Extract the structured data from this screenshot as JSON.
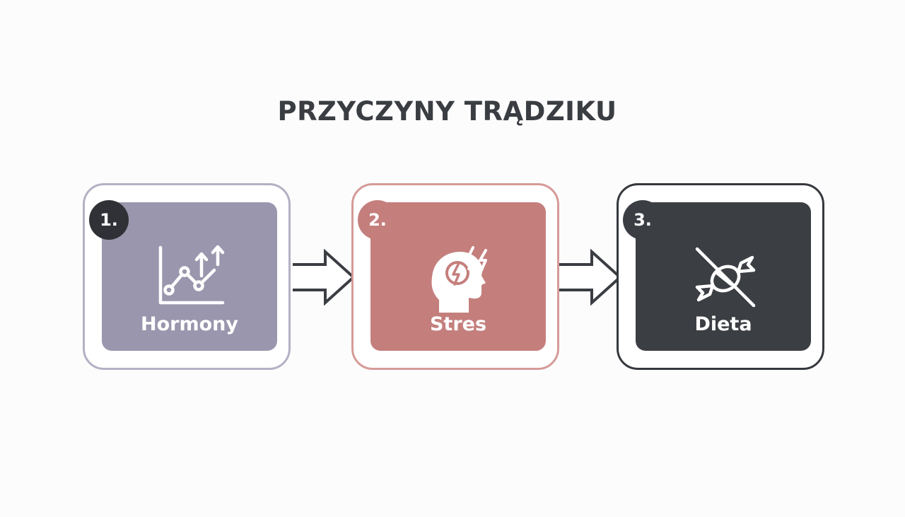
{
  "title": "PRZYCZYNY TRĄDZIKU",
  "colors": {
    "title": "#3a3d42",
    "background": "#fcfcfc",
    "arrow": "#3a3d42"
  },
  "steps": [
    {
      "number": "1.",
      "label": "Hormony",
      "icon": "hormone-chart-icon",
      "tile_color": "#9a96ad",
      "frame_color": "#b4b0c4",
      "badge_color": "#2f3136"
    },
    {
      "number": "2.",
      "label": "Stres",
      "icon": "stressed-head-icon",
      "tile_color": "#c47f7d",
      "frame_color": "#d59a98",
      "badge_color": "#c47f7d"
    },
    {
      "number": "3.",
      "label": "Dieta",
      "icon": "no-sweets-icon",
      "tile_color": "#3b3e43",
      "frame_color": "#35383d",
      "badge_color": "#3b3e43"
    }
  ]
}
